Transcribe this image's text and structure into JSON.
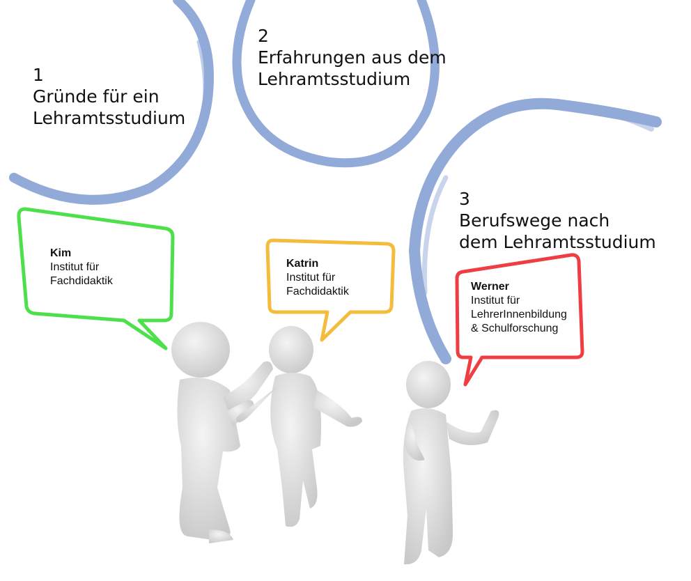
{
  "topics": [
    {
      "number": "1",
      "line1": "Gründe für ein",
      "line2": "Lehramtsstudium"
    },
    {
      "number": "2",
      "line1": "Erfahrungen aus dem",
      "line2": "Lehramtsstudium"
    },
    {
      "number": "3",
      "line1": "Berufswege nach",
      "line2": "dem Lehramtsstudium"
    }
  ],
  "speakers": [
    {
      "name": "Kim",
      "line1": "Institut für",
      "line2": "Fachdidaktik",
      "color": "#4ee04a"
    },
    {
      "name": "Katrin",
      "line1": "Institut für",
      "line2": "Fachdidaktik",
      "color": "#f3bc3c"
    },
    {
      "name": "Werner",
      "line1": "Institut für",
      "line2": "LehrerInnenbildung",
      "line3": "& Schulforschung",
      "color": "#ef3e43"
    }
  ],
  "colors": {
    "ring": "#7f9cd1",
    "figure": "#dedede"
  }
}
